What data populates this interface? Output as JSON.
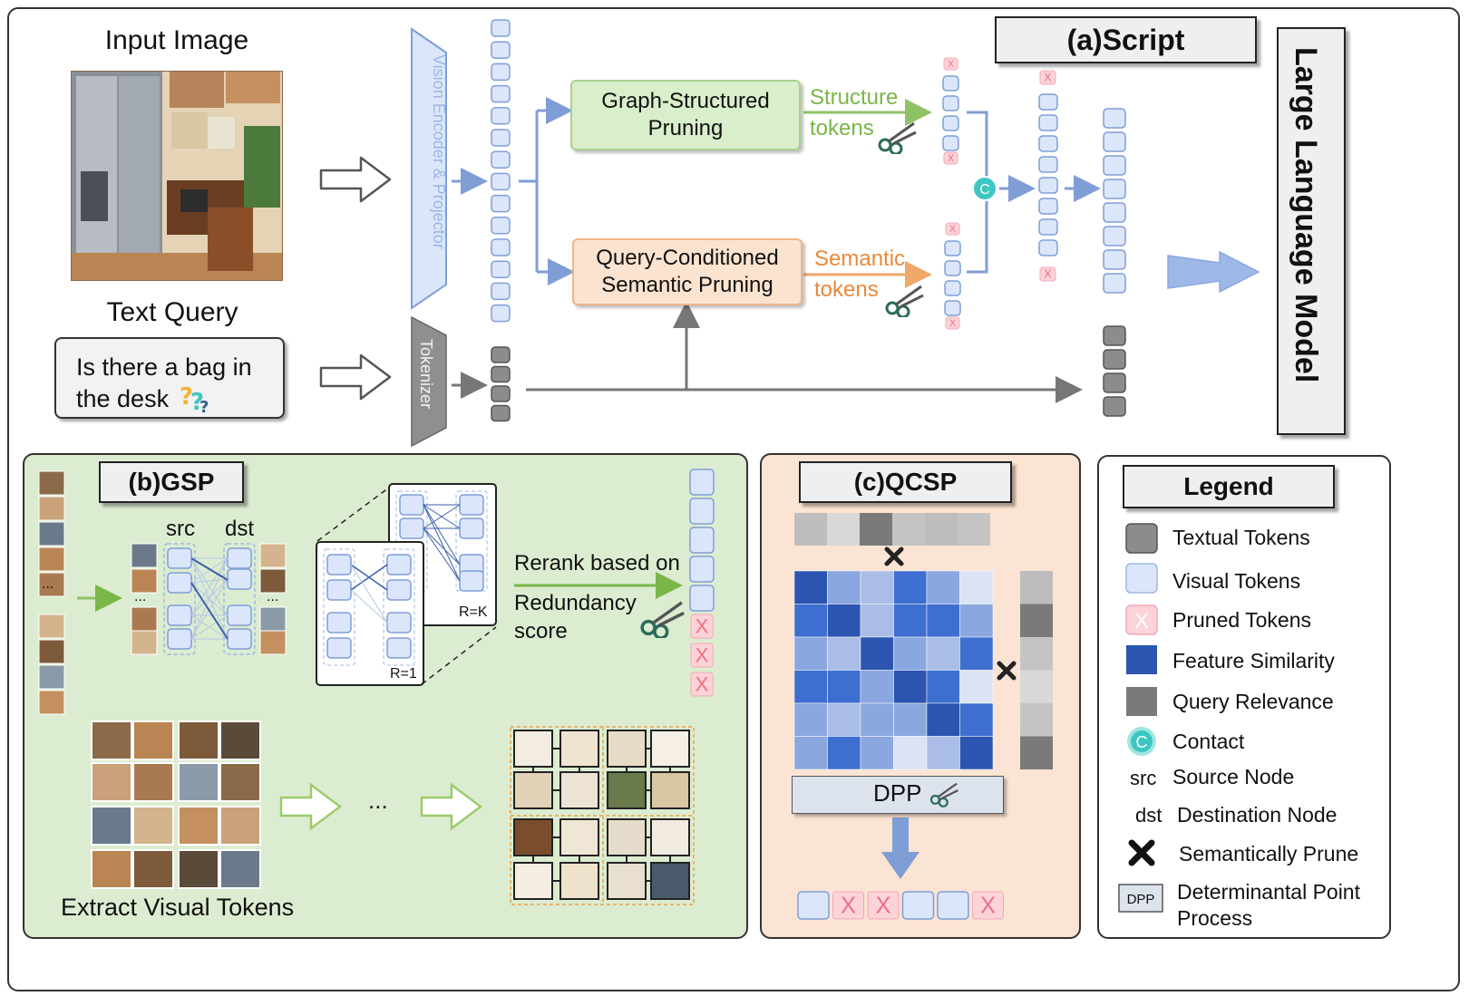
{
  "top": {
    "section_title": "(a)Script",
    "input_image_label": "Input Image",
    "text_query_label": "Text Query",
    "query_text_line1": "Is there a bag in",
    "query_text_line2": "the desk",
    "vision_encoder_label": "Vision Encoder & Projector",
    "tokenizer_label": "Tokenizer",
    "gsp_box_line1": "Graph-Structured",
    "gsp_box_line2": "Pruning",
    "qcsp_box_line1": "Query-Conditioned",
    "qcsp_box_line2": "Semantic Pruning",
    "structure_tokens_line1": "Structure",
    "structure_tokens_line2": "tokens",
    "semantic_tokens_line1": "Semantic",
    "semantic_tokens_line2": "tokens",
    "concat_symbol": "C",
    "llm_label": "Large Language Model"
  },
  "gsp": {
    "title": "(b)GSP",
    "src_label": "src",
    "dst_label": "dst",
    "ellipsis": "...",
    "r1_label": "R=1",
    "rk_label": "R=K",
    "rerank_line1": "Rerank based on",
    "rerank_line2": "Redundancy",
    "rerank_line3": "score",
    "extract_label": "Extract Visual Tokens",
    "mid_ellipsis": "..."
  },
  "qcsp": {
    "title": "(c)QCSP",
    "dpp_label": "DPP"
  },
  "legend": {
    "title": "Legend",
    "items": [
      {
        "label": "Textual Tokens"
      },
      {
        "label": "Visual Tokens"
      },
      {
        "label": "Pruned Tokens"
      },
      {
        "label": "Feature Similarity"
      },
      {
        "label": "Query Relevance"
      },
      {
        "label": "Contact"
      },
      {
        "label": "Source Node"
      },
      {
        "label": "Destination Node"
      },
      {
        "label": "Semantically Prune"
      },
      {
        "label": "Determinantal Point"
      },
      {
        "label": "Process"
      }
    ],
    "src_abbr": "src",
    "dst_abbr": "dst",
    "dpp_abbr": "DPP",
    "x_mark": "X",
    "c_mark": "C"
  },
  "colors": {
    "visual_token_fill": "#dbe6fb",
    "visual_token_stroke": "#7f9ed6",
    "text_token_fill": "#8c8c8c",
    "pruned_fill": "#fbd3d8",
    "pruned_text": "#ef6f86",
    "green_panel": "#dcecd1",
    "orange_panel": "#fbe4d3",
    "concat": "#3ec7c2",
    "arrow_blue": "#7f9ed6",
    "arrow_green": "#7ab648",
    "arrow_orange": "#e9893a"
  }
}
